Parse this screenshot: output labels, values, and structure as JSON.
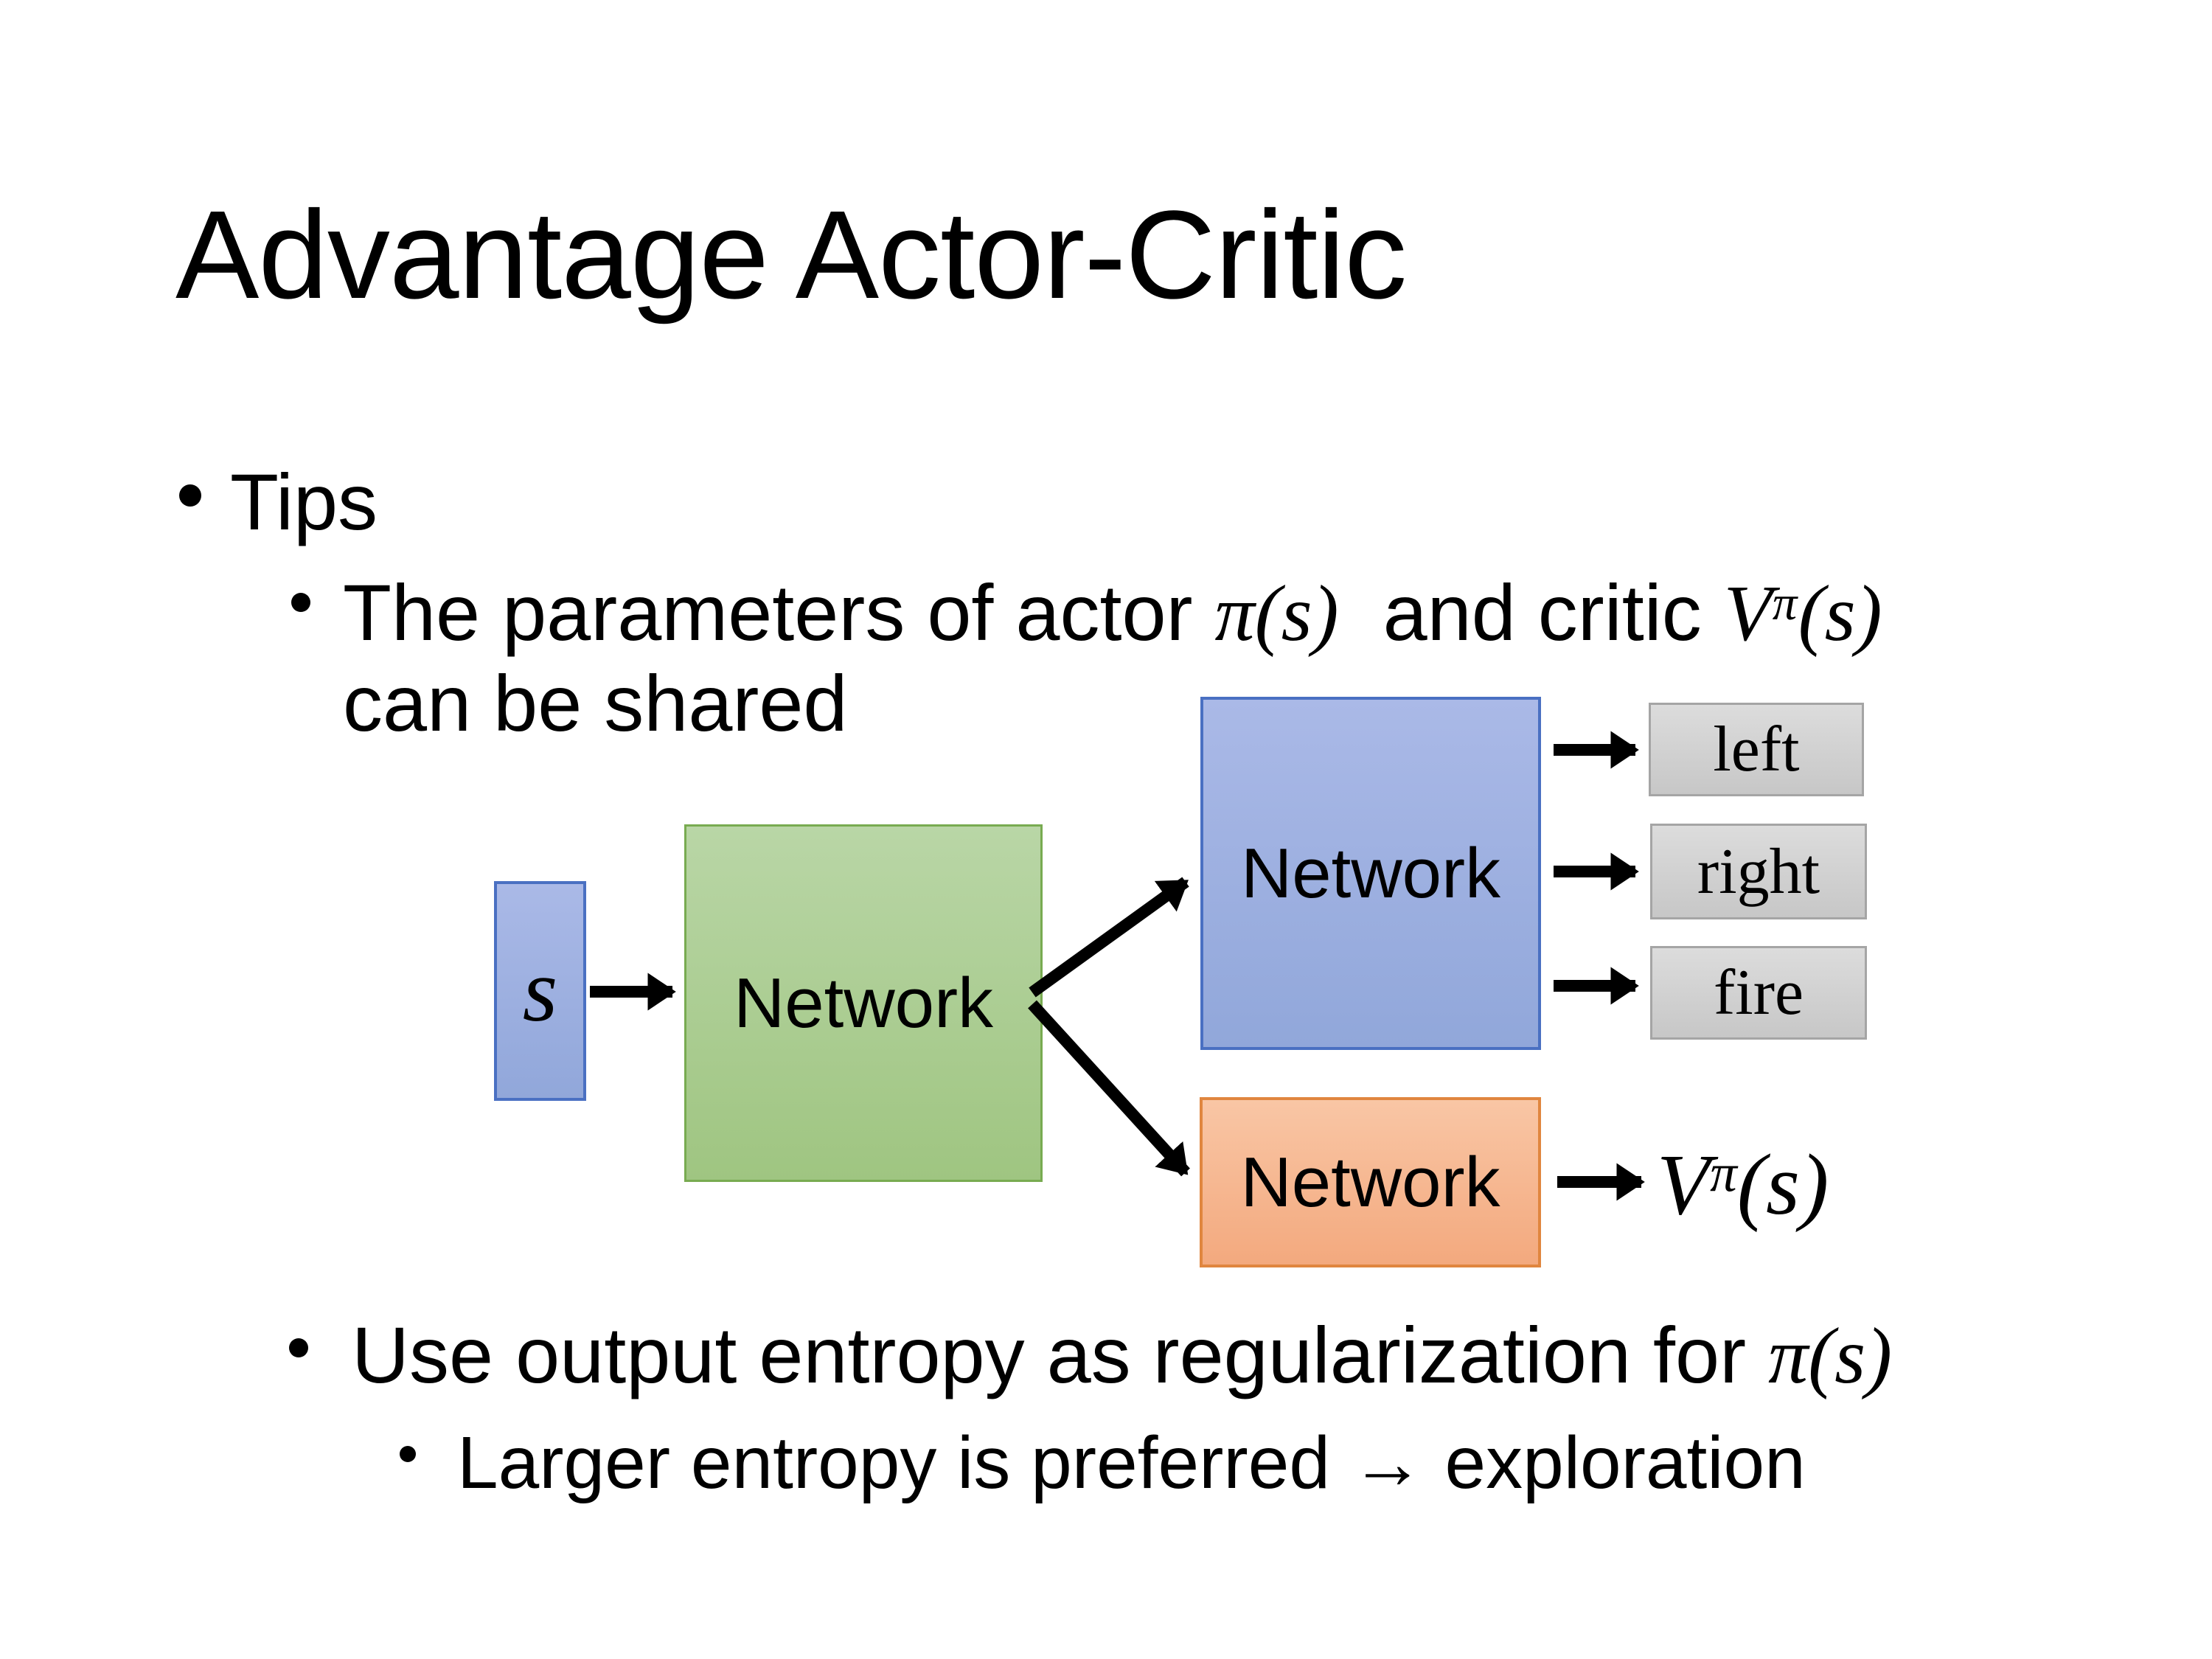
{
  "title": "Advantage Actor-Critic",
  "bullets": {
    "tips": "Tips",
    "param_prefix": "The parameters of actor ",
    "pi_s": "π(s)",
    "param_mid": "  and critic ",
    "v": "V",
    "v_sup": "π",
    "v_args": "(s)",
    "param_line2": "can be shared",
    "entropy_prefix": "Use output entropy as regularization for ",
    "entropy_pi": "π(s)",
    "exploration": "Larger entropy is preferred → exploration"
  },
  "diagram": {
    "input_label": "s",
    "shared_label": "Network",
    "actor_label": "Network",
    "critic_label": "Network",
    "action_left": "left",
    "action_right": "right",
    "action_fire": "fire",
    "output_v": "V",
    "output_v_sup": "π",
    "output_v_args": "(s)"
  },
  "colors": {
    "background": "#ffffff",
    "text": "#000000",
    "box-blue-top": "#aab9e7",
    "box-blue-bottom": "#91a7da",
    "box-blue-border": "#4a70c2",
    "box-green-top": "#b9d6a6",
    "box-green-bottom": "#9fc581",
    "box-green-border": "#78ab51",
    "box-orange-top": "#f9c6a5",
    "box-orange-bottom": "#f3a97e",
    "box-orange-border": "#e0863f",
    "box-grey-top": "#dcdcdc",
    "box-grey-bottom": "#c7c7c7",
    "box-grey-border": "#a5a5a5",
    "arrow": "#000000"
  }
}
